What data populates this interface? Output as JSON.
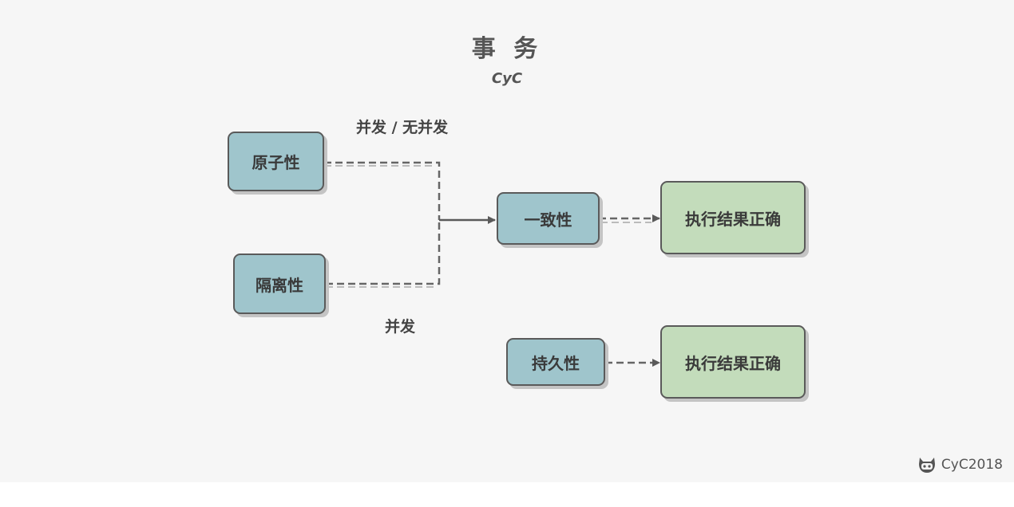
{
  "title": "事 务",
  "subtitle": "CyC",
  "nodes": {
    "atomicity": "原子性",
    "isolation": "隔离性",
    "consistency": "一致性",
    "durability": "持久性",
    "result_top": "执行结果正确",
    "result_bottom": "执行结果正确"
  },
  "edge_labels": {
    "top": "并发 / 无并发",
    "bottom": "并发"
  },
  "watermark": {
    "icon": "github-octocat-icon",
    "text": "CyC2018"
  },
  "colors": {
    "blue_box": "#9fc5cc",
    "green_box": "#c3dcbb",
    "border": "#5a5a5a",
    "line": "#666666"
  }
}
